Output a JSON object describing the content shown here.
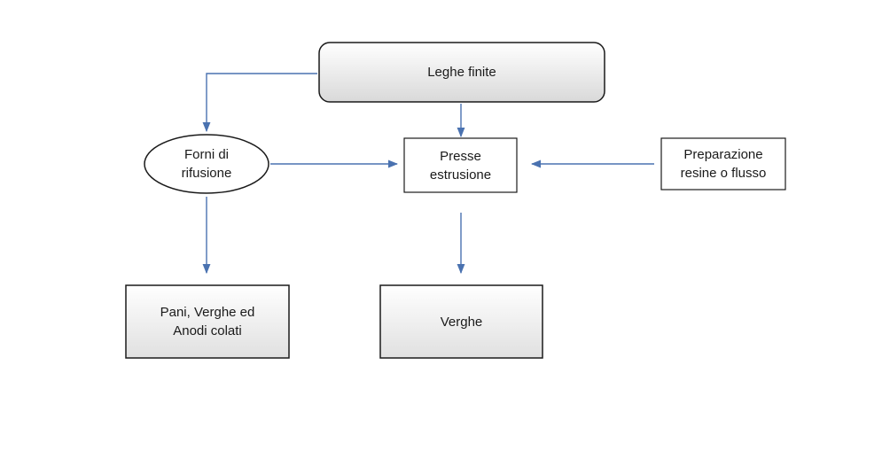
{
  "nodes": {
    "leghe_finite": {
      "label": "Leghe finite"
    },
    "forni": {
      "line1": "Forni di",
      "line2": "rifusione"
    },
    "presse": {
      "line1": "Presse",
      "line2": "estrusione"
    },
    "preparazione": {
      "line1": "Preparazione",
      "line2": "resine o flusso"
    },
    "pani": {
      "line1": "Pani, Verghe ed",
      "line2": "Anodi colati"
    },
    "verghe": {
      "label": "Verghe"
    }
  },
  "colors": {
    "arrow": "#4a72b0",
    "stroke": "#1a1a1a"
  }
}
